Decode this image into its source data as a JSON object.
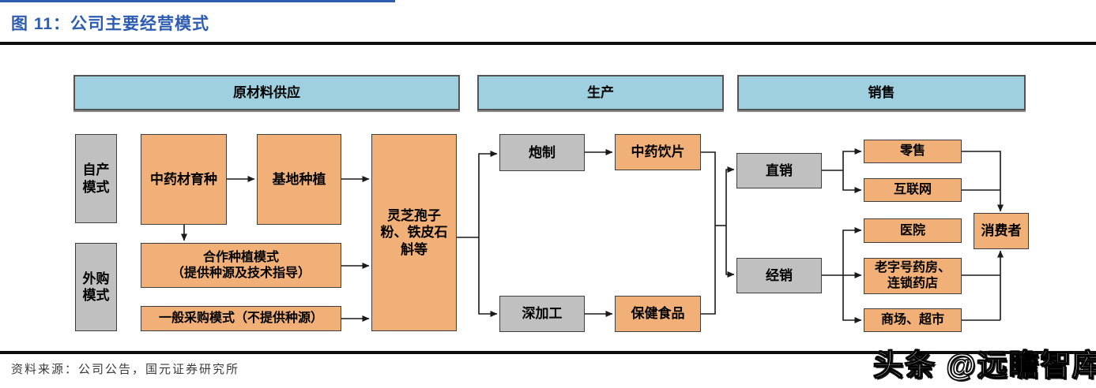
{
  "figure": {
    "title": "图 11：公司主要经营模式",
    "source": "资料来源：公司公告，国元证券研究所",
    "watermark": "头条 @远瞻智库"
  },
  "sections": {
    "supply": "原材料供应",
    "production": "生产",
    "sales": "销售"
  },
  "nodes": {
    "self_mode_lines": [
      "自产",
      "模式"
    ],
    "outsource_mode_lines": [
      "外购",
      "模式"
    ],
    "breeding": "中药材育种",
    "base_planting": "基地种植",
    "coop_lines": [
      "合作种植模式",
      "（提供种源及技术指导）"
    ],
    "general_purchase": "一般采购模式（不提供种源）",
    "raw_materials_lines": [
      "灵芝孢子",
      "粉、铁皮石",
      "斛等"
    ],
    "processing": "炮制",
    "deep_processing": "深加工",
    "tcm_pieces": "中药饮片",
    "health_food": "保健食品",
    "direct_sales": "直销",
    "distribution": "经销",
    "retail": "零售",
    "internet": "互联网",
    "hospital": "医院",
    "pharmacy_lines": [
      "老字号药房、",
      "连锁药店"
    ],
    "supermarket": "商场、超市",
    "consumer": "消费者"
  },
  "colors": {
    "header_fill": "#9fd0df",
    "orange_fill": "#f1b078",
    "gray_fill": "#c1c0c0",
    "title_blue": "#2e5cb0",
    "line_black": "#0d0d0d"
  }
}
